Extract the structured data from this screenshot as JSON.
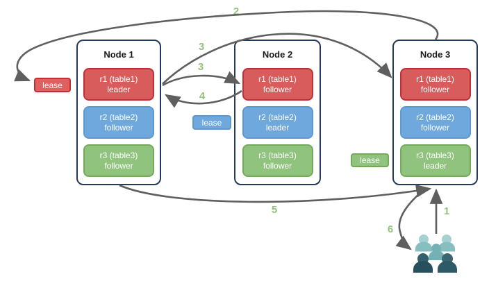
{
  "nodes": [
    {
      "title": "Node 1",
      "replicas": [
        {
          "label": "r1 (table1)",
          "role": "leader",
          "color": "red"
        },
        {
          "label": "r2 (table2)",
          "role": "follower",
          "color": "blue"
        },
        {
          "label": "r3 (table3)",
          "role": "follower",
          "color": "green"
        }
      ]
    },
    {
      "title": "Node 2",
      "replicas": [
        {
          "label": "r1 (table1)",
          "role": "follower",
          "color": "red"
        },
        {
          "label": "r2 (table2)",
          "role": "leader",
          "color": "blue"
        },
        {
          "label": "r3 (table3)",
          "role": "follower",
          "color": "green"
        }
      ]
    },
    {
      "title": "Node 3",
      "replicas": [
        {
          "label": "r1 (table1)",
          "role": "follower",
          "color": "red"
        },
        {
          "label": "r2 (table2)",
          "role": "follower",
          "color": "blue"
        },
        {
          "label": "r3 (table3)",
          "role": "leader",
          "color": "green"
        }
      ]
    }
  ],
  "leases": {
    "red": "lease",
    "blue": "lease",
    "green": "lease"
  },
  "steps": {
    "s1": "1",
    "s2": "2",
    "s3a": "3",
    "s3b": "3",
    "s4": "4",
    "s5": "5",
    "s6": "6"
  },
  "icons": {
    "users": "users-group-icon"
  },
  "colors": {
    "node_border": "#24385b",
    "replica_red": "#d95c5c",
    "replica_red_border": "#bf3034",
    "replica_blue": "#6fa8dc",
    "replica_blue_border": "#5d98d1",
    "replica_green": "#90c47e",
    "replica_green_border": "#74a85c",
    "arrow": "#5f5f5f",
    "step_number": "#93c47d",
    "users_light": "#a6d1d2",
    "users_light_body": "#87bec0",
    "users_mid": "#74b1b5",
    "users_dark_head": "#33606d",
    "users_dark_body": "#27505f"
  }
}
